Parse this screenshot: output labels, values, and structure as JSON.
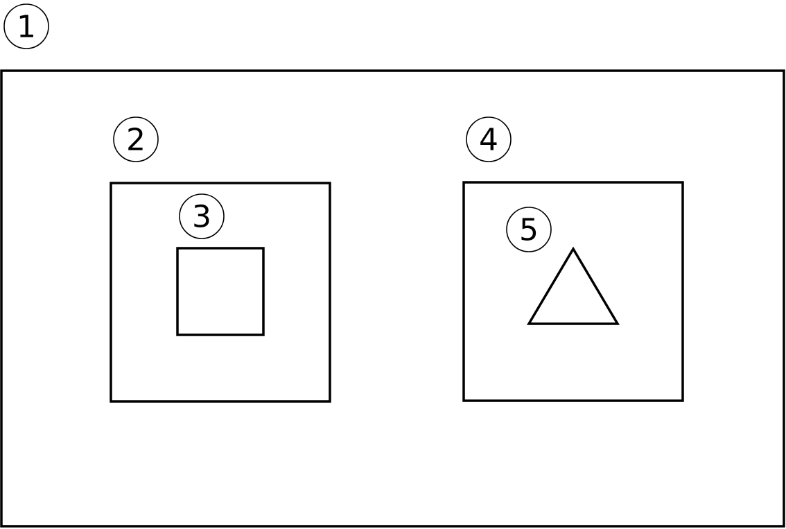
{
  "diagram": {
    "labels": {
      "outer_frame": "1",
      "left_box": "2",
      "inner_square": "3",
      "right_box": "4",
      "triangle": "5"
    }
  }
}
